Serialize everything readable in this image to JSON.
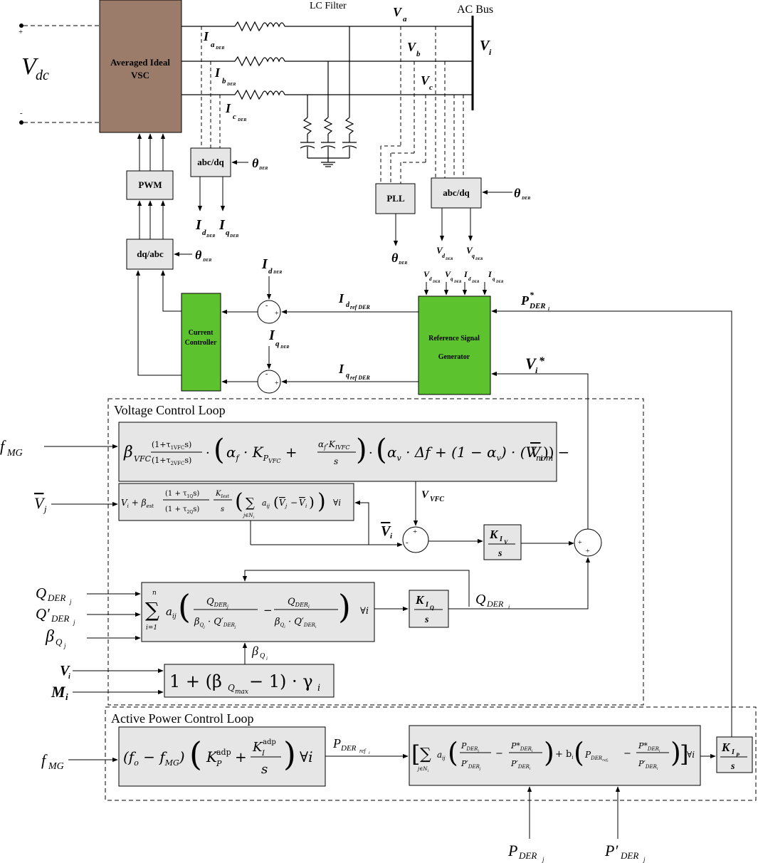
{
  "source": {
    "vdc_main": "V",
    "vdc_sub": "dc",
    "plus": "+",
    "minus": "-"
  },
  "blocks": {
    "vsc_line1": "Averaged Ideal",
    "vsc_line2": "VSC",
    "pwm": "PWM",
    "dqabc": "dq/abc",
    "abcdq_left": "abc/dq",
    "abcdq_right": "abc/dq",
    "pll": "PLL",
    "current_controller_line1": "Current",
    "current_controller_line2": "Controller",
    "rsg_line1": "Reference Signal",
    "rsg_line2": "Generator"
  },
  "labels": {
    "lc_filter": "LC Filter",
    "ac_bus": "AC Bus",
    "v_a": "V",
    "v_a_sub": "a",
    "v_b": "V",
    "v_b_sub": "b",
    "v_c": "V",
    "v_c_sub": "c",
    "v_i": "V",
    "v_i_sub": "i",
    "theta": "θ",
    "theta_sub": "DER",
    "i_a": "I",
    "i_b": "I",
    "i_c": "I",
    "i_d": "I",
    "i_q": "I",
    "v_d": "V",
    "v_q": "V",
    "sub_a": "a",
    "sub_b": "b",
    "sub_c": "c",
    "sub_d": "d",
    "sub_q": "q",
    "sub_der": "DER",
    "id_ref": "I",
    "id_ref_sub": "d",
    "ref_sub": "ref DER",
    "iq_ref": "I",
    "iq_ref_sub": "q",
    "p_der_star": "P",
    "p_der_star_sup": "*",
    "p_der_star_sub": "DER",
    "p_der_star_subsub": "i",
    "vi_star": "V",
    "vi_star_sub": "i",
    "vi_star_sup": "*",
    "plus": "+",
    "minus": "-"
  },
  "voltage_loop": {
    "title": "Voltage Control Loop",
    "f_mg": "f",
    "f_mg_sub": "MG",
    "vj_bar": "V",
    "vj_sub": "j",
    "vfc_label": "V",
    "vfc_sub": "VFC",
    "vi_bar": "V",
    "vi_bar_sub": "i",
    "kiv_num": "K",
    "kiv_sub": "I",
    "kiv_subsub": "V",
    "kiv_den": "s",
    "kiq_num": "K",
    "kiq_sub": "I",
    "kiq_subsub": "Q",
    "kiq_den": "s",
    "q_der_j": "Q",
    "q_der_sub": "DER",
    "q_der_subsub_j": "j",
    "qp_der_j": "Q′",
    "beta_qj": "β",
    "beta_q_sub": "Q",
    "beta_q_subsub_j": "j",
    "beta_qi": "β",
    "beta_q_subsub_i": "i",
    "q_der_i": "Q",
    "q_der_subsub_i": "i",
    "vi_in": "V",
    "vi_in_sub": "i",
    "mi_in": "M",
    "mi_in_sub": "i",
    "gamma_block": "1 + (β",
    "gamma_sub": "Q",
    "gamma_subsub": "max",
    "gamma_rest": " − 1) · γ",
    "gamma_i": "i",
    "forall_i": "∀i"
  },
  "active_loop": {
    "title": "Active Power Control Loop",
    "f_mg": "f",
    "f_mg_sub": "MG",
    "p_der_ref": "P",
    "p_der_ref_sub": "DER",
    "p_der_ref_subsub": "ref",
    "p_der_ref_subsubsub": "i",
    "kip_num": "K",
    "kip_sub": "I",
    "kip_subsub": "P",
    "kip_den": "s",
    "p_der_j": "P",
    "p_der_j_sub": "DER",
    "p_der_j_subsub": "j",
    "pp_der_j": "P′",
    "forall_i": "∀i"
  }
}
